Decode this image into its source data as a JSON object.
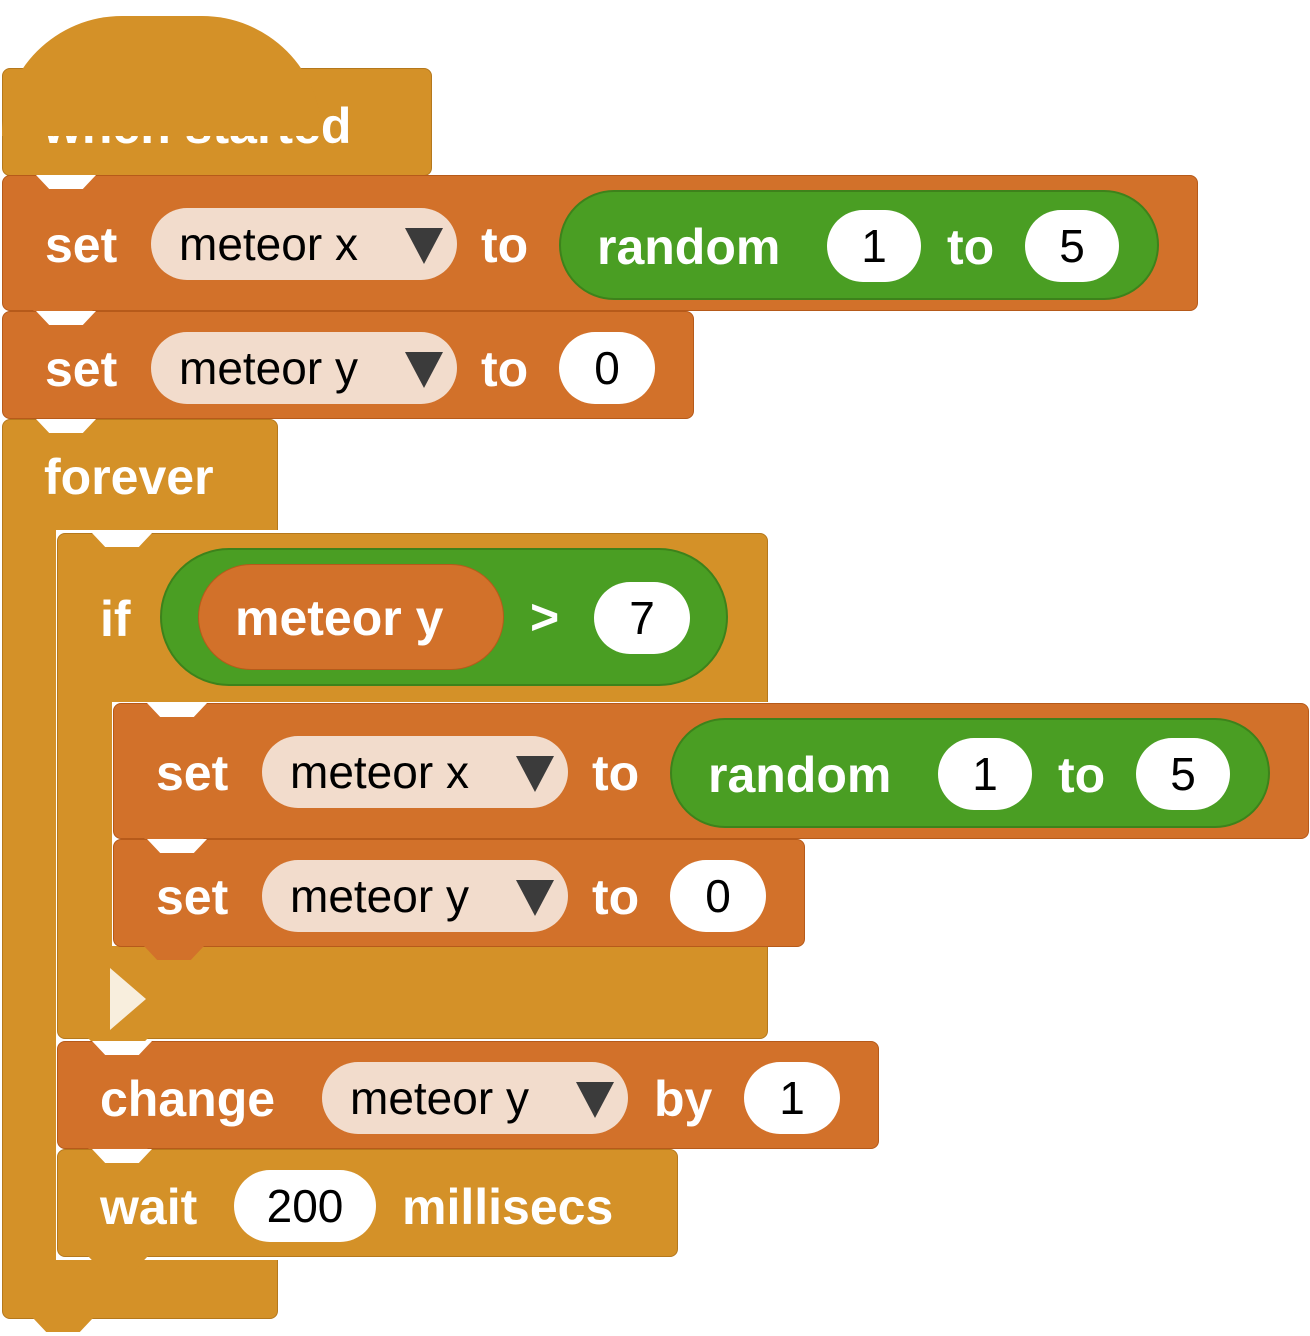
{
  "program": {
    "hat": {
      "label": "when  started"
    },
    "set1": {
      "kw": "set",
      "variable": "meteor x",
      "to": "to",
      "random": {
        "label": "random",
        "min": "1",
        "to": "to",
        "max": "5"
      }
    },
    "set2": {
      "kw": "set",
      "variable": "meteor y",
      "to": "to",
      "value": "0"
    },
    "forever": {
      "label": "forever"
    },
    "if": {
      "label": "if",
      "condition": {
        "left": "meteor y",
        "op": ">",
        "right": "7"
      },
      "body": {
        "set1": {
          "kw": "set",
          "variable": "meteor x",
          "to": "to",
          "random": {
            "label": "random",
            "min": "1",
            "to": "to",
            "max": "5"
          }
        },
        "set2": {
          "kw": "set",
          "variable": "meteor y",
          "to": "to",
          "value": "0"
        }
      }
    },
    "change": {
      "kw": "change",
      "variable": "meteor y",
      "by": "by",
      "value": "1"
    },
    "wait": {
      "kw": "wait",
      "value": "200",
      "unit": "millisecs"
    }
  },
  "colors": {
    "control": "#d49128",
    "variables": "#d2712a",
    "logic": "#4a9e23",
    "dropdown": "#f2dccc",
    "value": "#ffffff"
  }
}
